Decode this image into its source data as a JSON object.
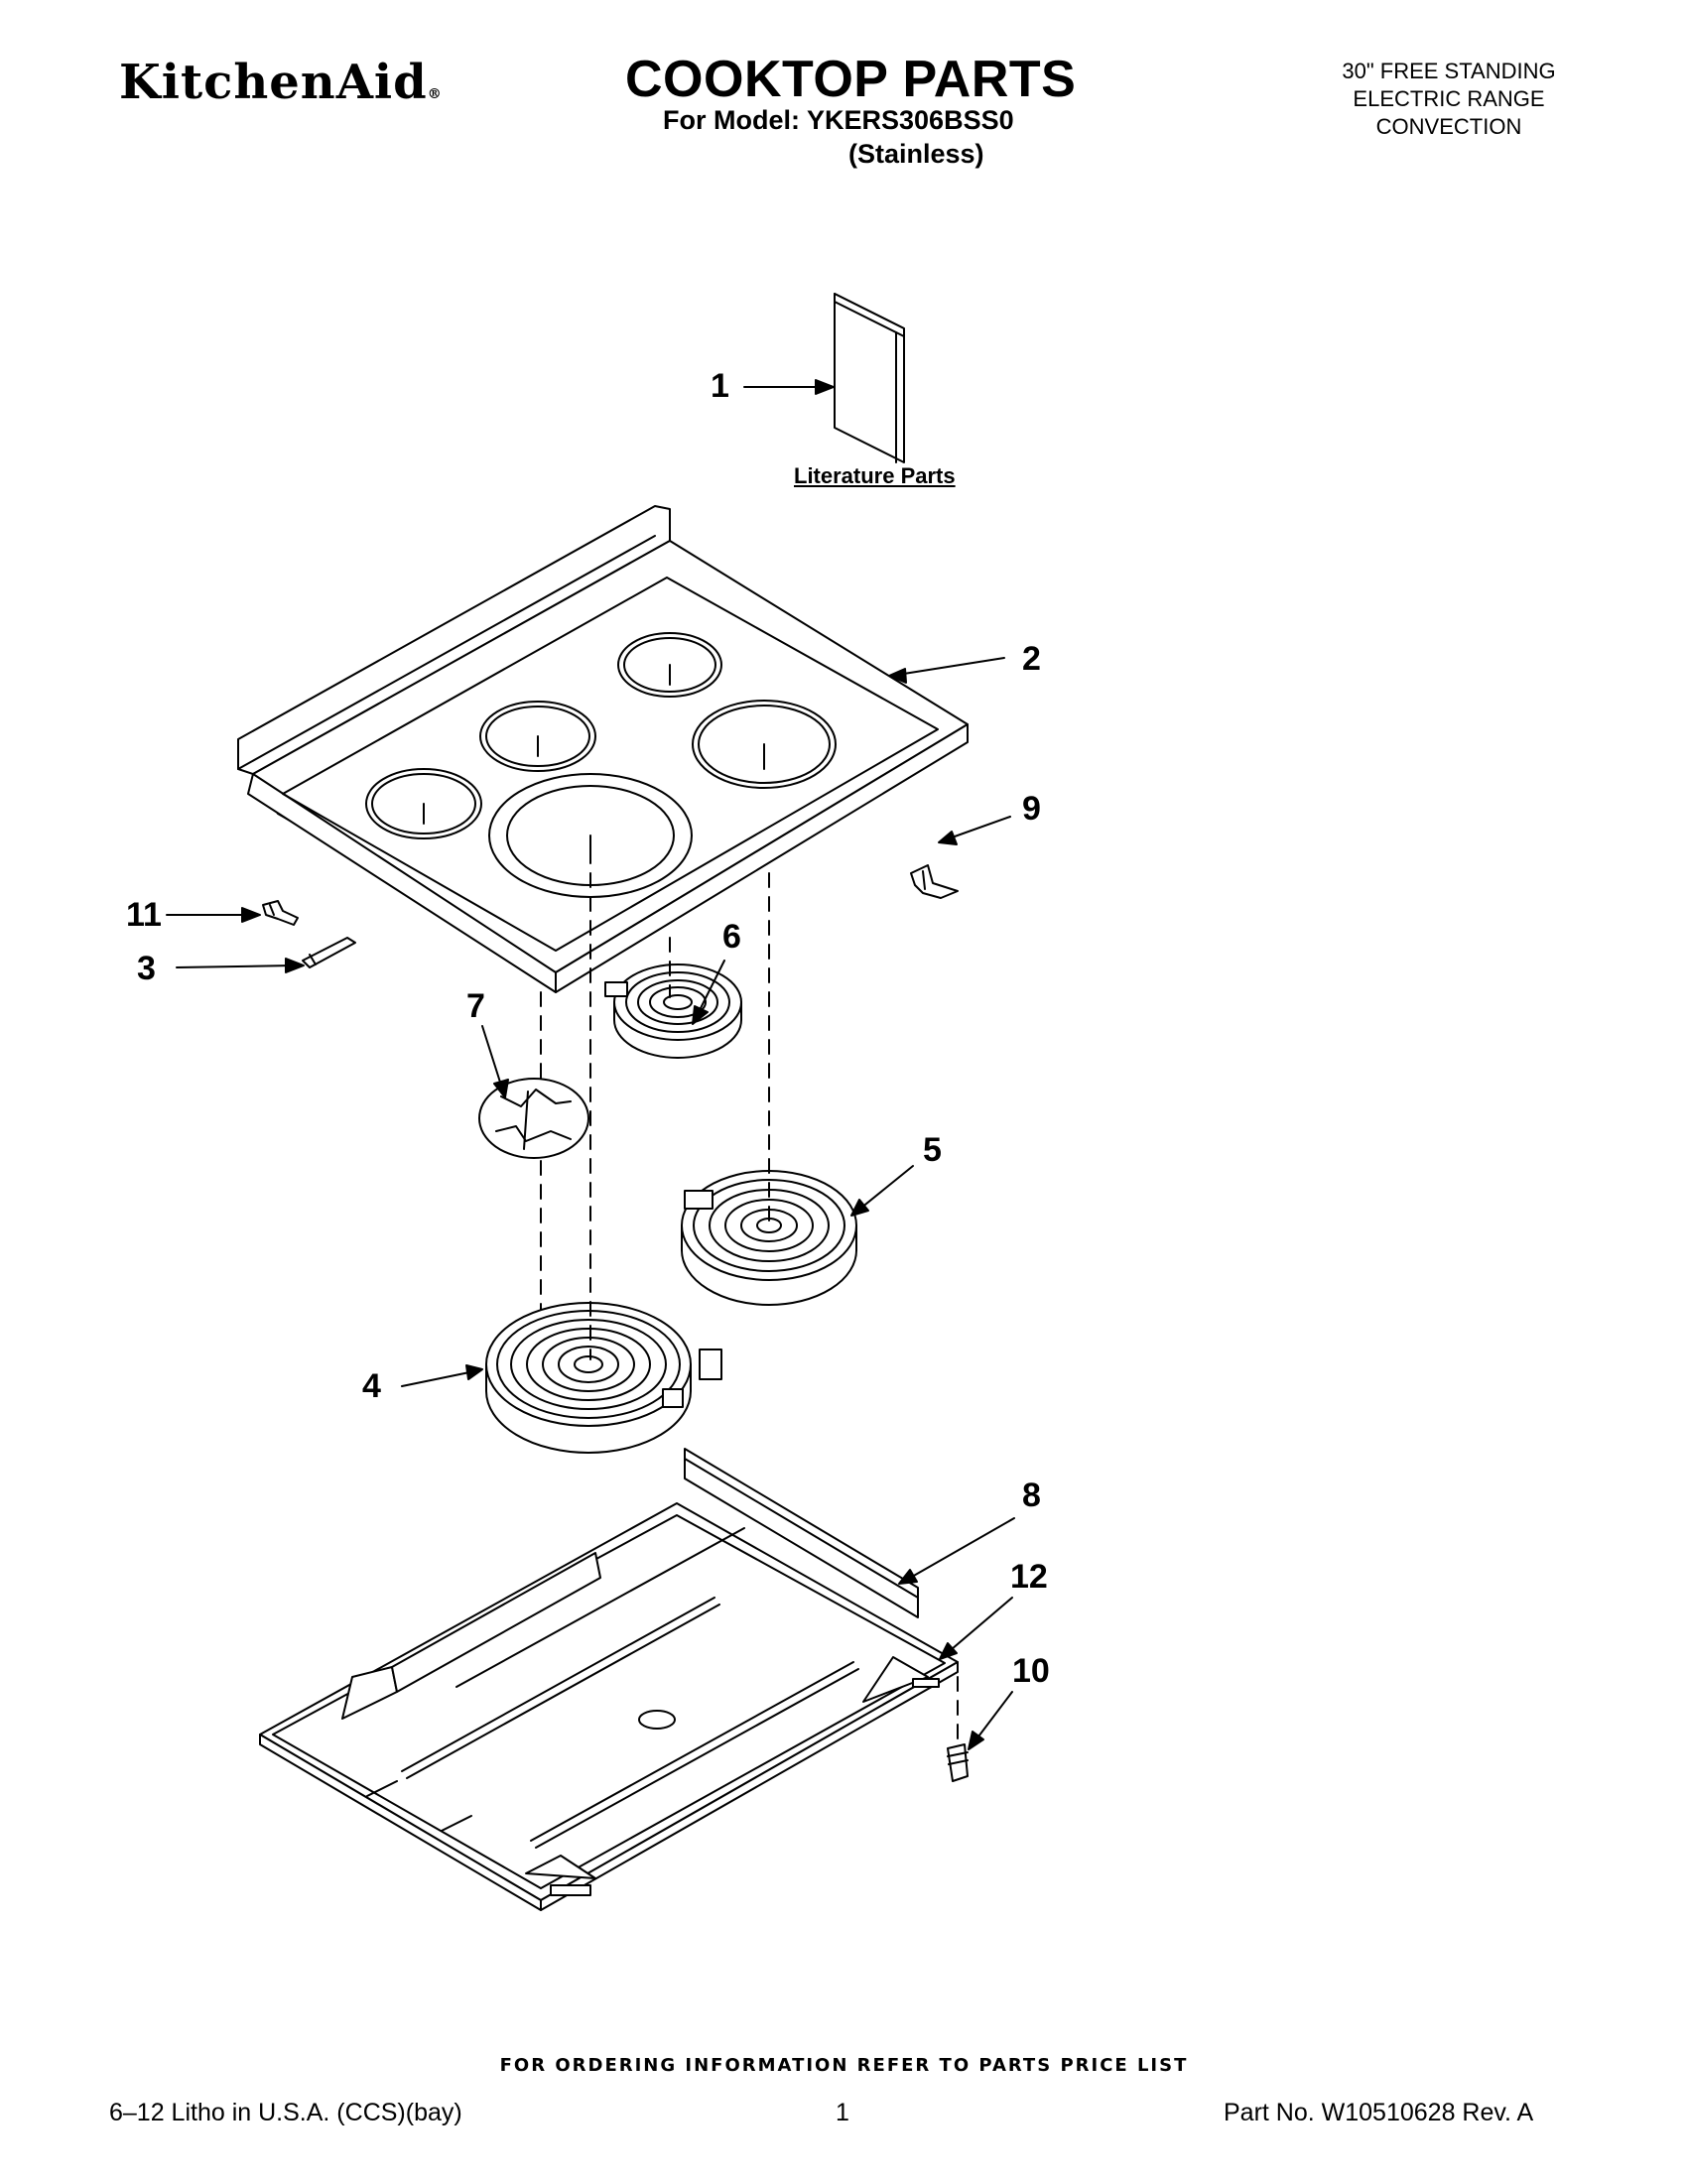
{
  "header": {
    "brand": "KitchenAid",
    "brand_mark": "®",
    "title": "COOKTOP PARTS",
    "model_line": "For Model: YKERS306BSS0",
    "variant": "(Stainless)",
    "description_lines": [
      "30\" FREE STANDING",
      "ELECTRIC RANGE",
      "CONVECTION"
    ]
  },
  "diagram": {
    "literature_label": "Literature Parts",
    "callouts": [
      "1",
      "2",
      "3",
      "4",
      "5",
      "6",
      "7",
      "8",
      "9",
      "10",
      "11",
      "12"
    ]
  },
  "footer": {
    "ordering_note": "FOR ORDERING INFORMATION REFER TO PARTS PRICE LIST",
    "litho": "6–12 Litho in U.S.A. (CCS)(bay)",
    "page_number": "1",
    "part_number": "Part No. W10510628 Rev. A"
  }
}
